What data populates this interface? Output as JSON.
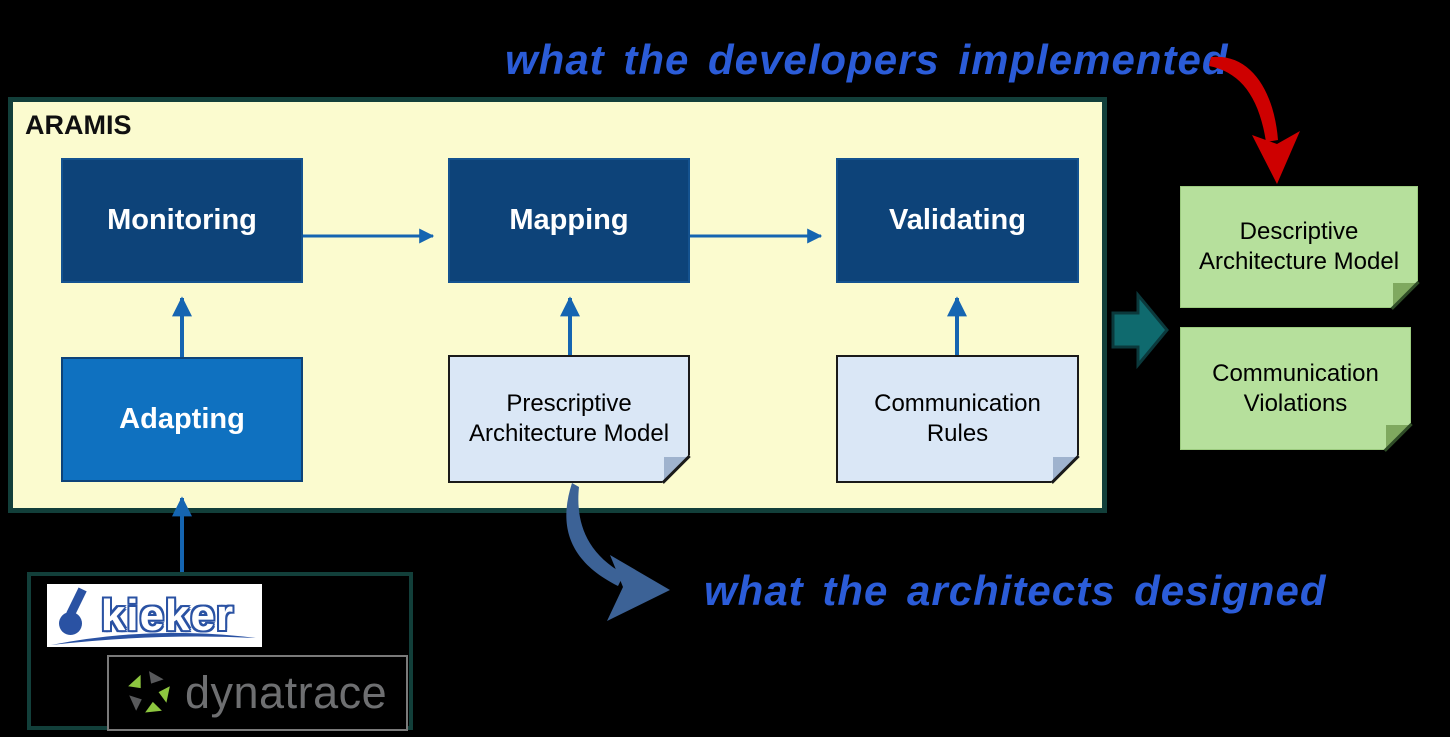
{
  "annotations": {
    "developers": "what the developers implemented",
    "architects": "what the architects designed"
  },
  "aramis": {
    "title": "ARAMIS",
    "process_boxes": [
      {
        "label": "Monitoring"
      },
      {
        "label": "Mapping"
      },
      {
        "label": "Validating"
      }
    ],
    "adapting": {
      "label": "Adapting"
    },
    "input_notes": [
      {
        "label": "Prescriptive Architecture Model"
      },
      {
        "label": "Communication Rules"
      }
    ]
  },
  "outputs": [
    {
      "label": "Descriptive Architecture Model"
    },
    {
      "label": "Communication Violations"
    }
  ],
  "tools": {
    "kieker_label": "kieker",
    "dynatrace_label": "dynatrace"
  },
  "icons": {
    "output_arrow": "block-arrow-right",
    "developers_arrow": "curved-arrow-down-red",
    "architects_arrow": "curved-arrow-right-blue",
    "notes": "sticky-note-folded-corner",
    "kieker": "microscope-wave-logo",
    "dynatrace": "swirl-logo"
  },
  "colors": {
    "background": "#000000",
    "aramis_fill": "#FBFBCF",
    "aramis_border": "#123F3A",
    "process_box_fill": "#0D4379",
    "adapting_fill": "#0F71C0",
    "flow_arrow": "#1565B1",
    "note_blue_fill": "#DAE7F6",
    "note_green_fill": "#B6E09C",
    "output_arrow_teal": "#0F6A6E",
    "annotation_blue": "#2B5CD8",
    "red_arrow": "#CE0000",
    "curved_blue_arrow": "#3C6296",
    "kieker_blue": "#2A52A3",
    "dynatrace_gray": "#6E6F71",
    "dynatrace_green": "#8DC63F"
  }
}
